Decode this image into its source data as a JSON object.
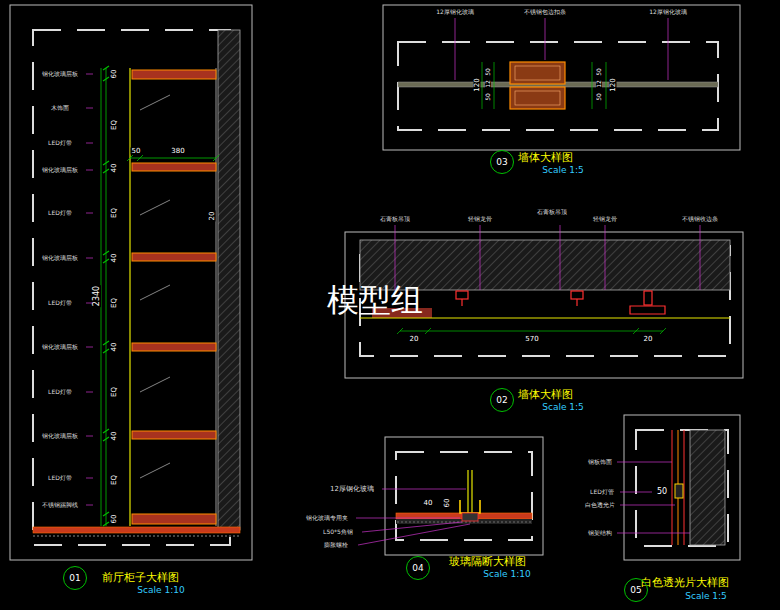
{
  "diagram": {
    "nodes": [
      {
        "text": [
          "01"
        ]
      },
      {
        "text": [
          "03"
        ]
      },
      {
        "text": [
          "02"
        ]
      },
      {
        "text": [
          "04"
        ]
      },
      {
        "text": [
          "05"
        ]
      }
    ],
    "labels": [
      "前厅柜子大样图",
      "Scale 1:10",
      "墙体大样图",
      "Scale 1:5",
      "墙体大样图",
      "Scale 1:5",
      "玻璃隔断大样图",
      "Scale 1:10",
      "白色透光片大样图",
      "Scale 1:5",
      "模型组",
      "60",
      "EQ",
      "40",
      "EQ",
      "40",
      "EQ",
      "40",
      "EQ",
      "40",
      "EQ",
      "60",
      "2340",
      "50",
      "380",
      "20",
      "钢化玻璃层板",
      "木饰面",
      "LED灯带",
      "钢化玻璃层板",
      "LED灯带",
      "钢化玻璃层板",
      "LED灯带",
      "钢化玻璃层板",
      "LED灯带",
      "钢化玻璃层板",
      "LED灯带",
      "不锈钢踢脚线",
      "12厚钢化玻璃",
      "不锈钢包边扣条",
      "12厚钢化玻璃",
      "120",
      "50",
      "12",
      "50",
      "50",
      "12",
      "50",
      "120",
      "石膏板吊顶",
      "轻钢龙骨",
      "石膏板吊顶",
      "轻钢龙骨",
      "不锈钢收边条",
      "20",
      "570",
      "20",
      "12厚钢化玻璃",
      "40",
      "60",
      "钢化玻璃专用夹",
      "L50*5角钢",
      "膨胀螺栓",
      "钢板饰面",
      "LED灯管",
      "50",
      "白色透光片",
      "钢架结构"
    ]
  }
}
